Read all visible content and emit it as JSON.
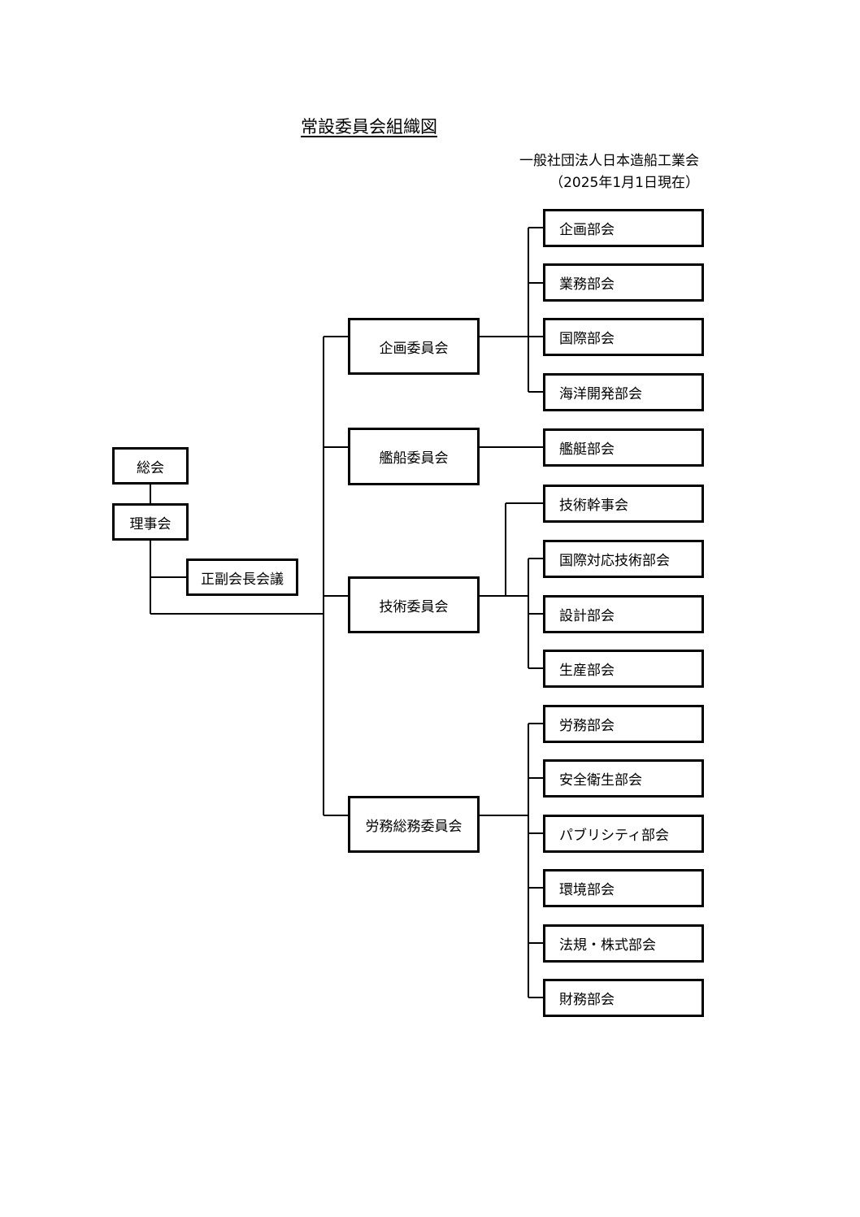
{
  "title": "常設委員会組織図",
  "organization": "一般社団法人日本造船工業会",
  "as_of": "（2025年1月1日現在）",
  "top": {
    "general_meeting": "総会",
    "board": "理事会",
    "chairs_meeting": "正副会長会議"
  },
  "committees": [
    {
      "name": "企画委員会",
      "subcommittees": [
        "企画部会",
        "業務部会",
        "国際部会",
        "海洋開発部会"
      ]
    },
    {
      "name": "艦船委員会",
      "subcommittees": [
        "艦艇部会"
      ]
    },
    {
      "name": "技術委員会",
      "subcommittees": [
        "技術幹事会",
        "国際対応技術部会",
        "設計部会",
        "生産部会"
      ]
    },
    {
      "name": "労務総務委員会",
      "subcommittees": [
        "労務部会",
        "安全衛生部会",
        "パブリシティ部会",
        "環境部会",
        "法規・株式部会",
        "財務部会"
      ]
    }
  ]
}
